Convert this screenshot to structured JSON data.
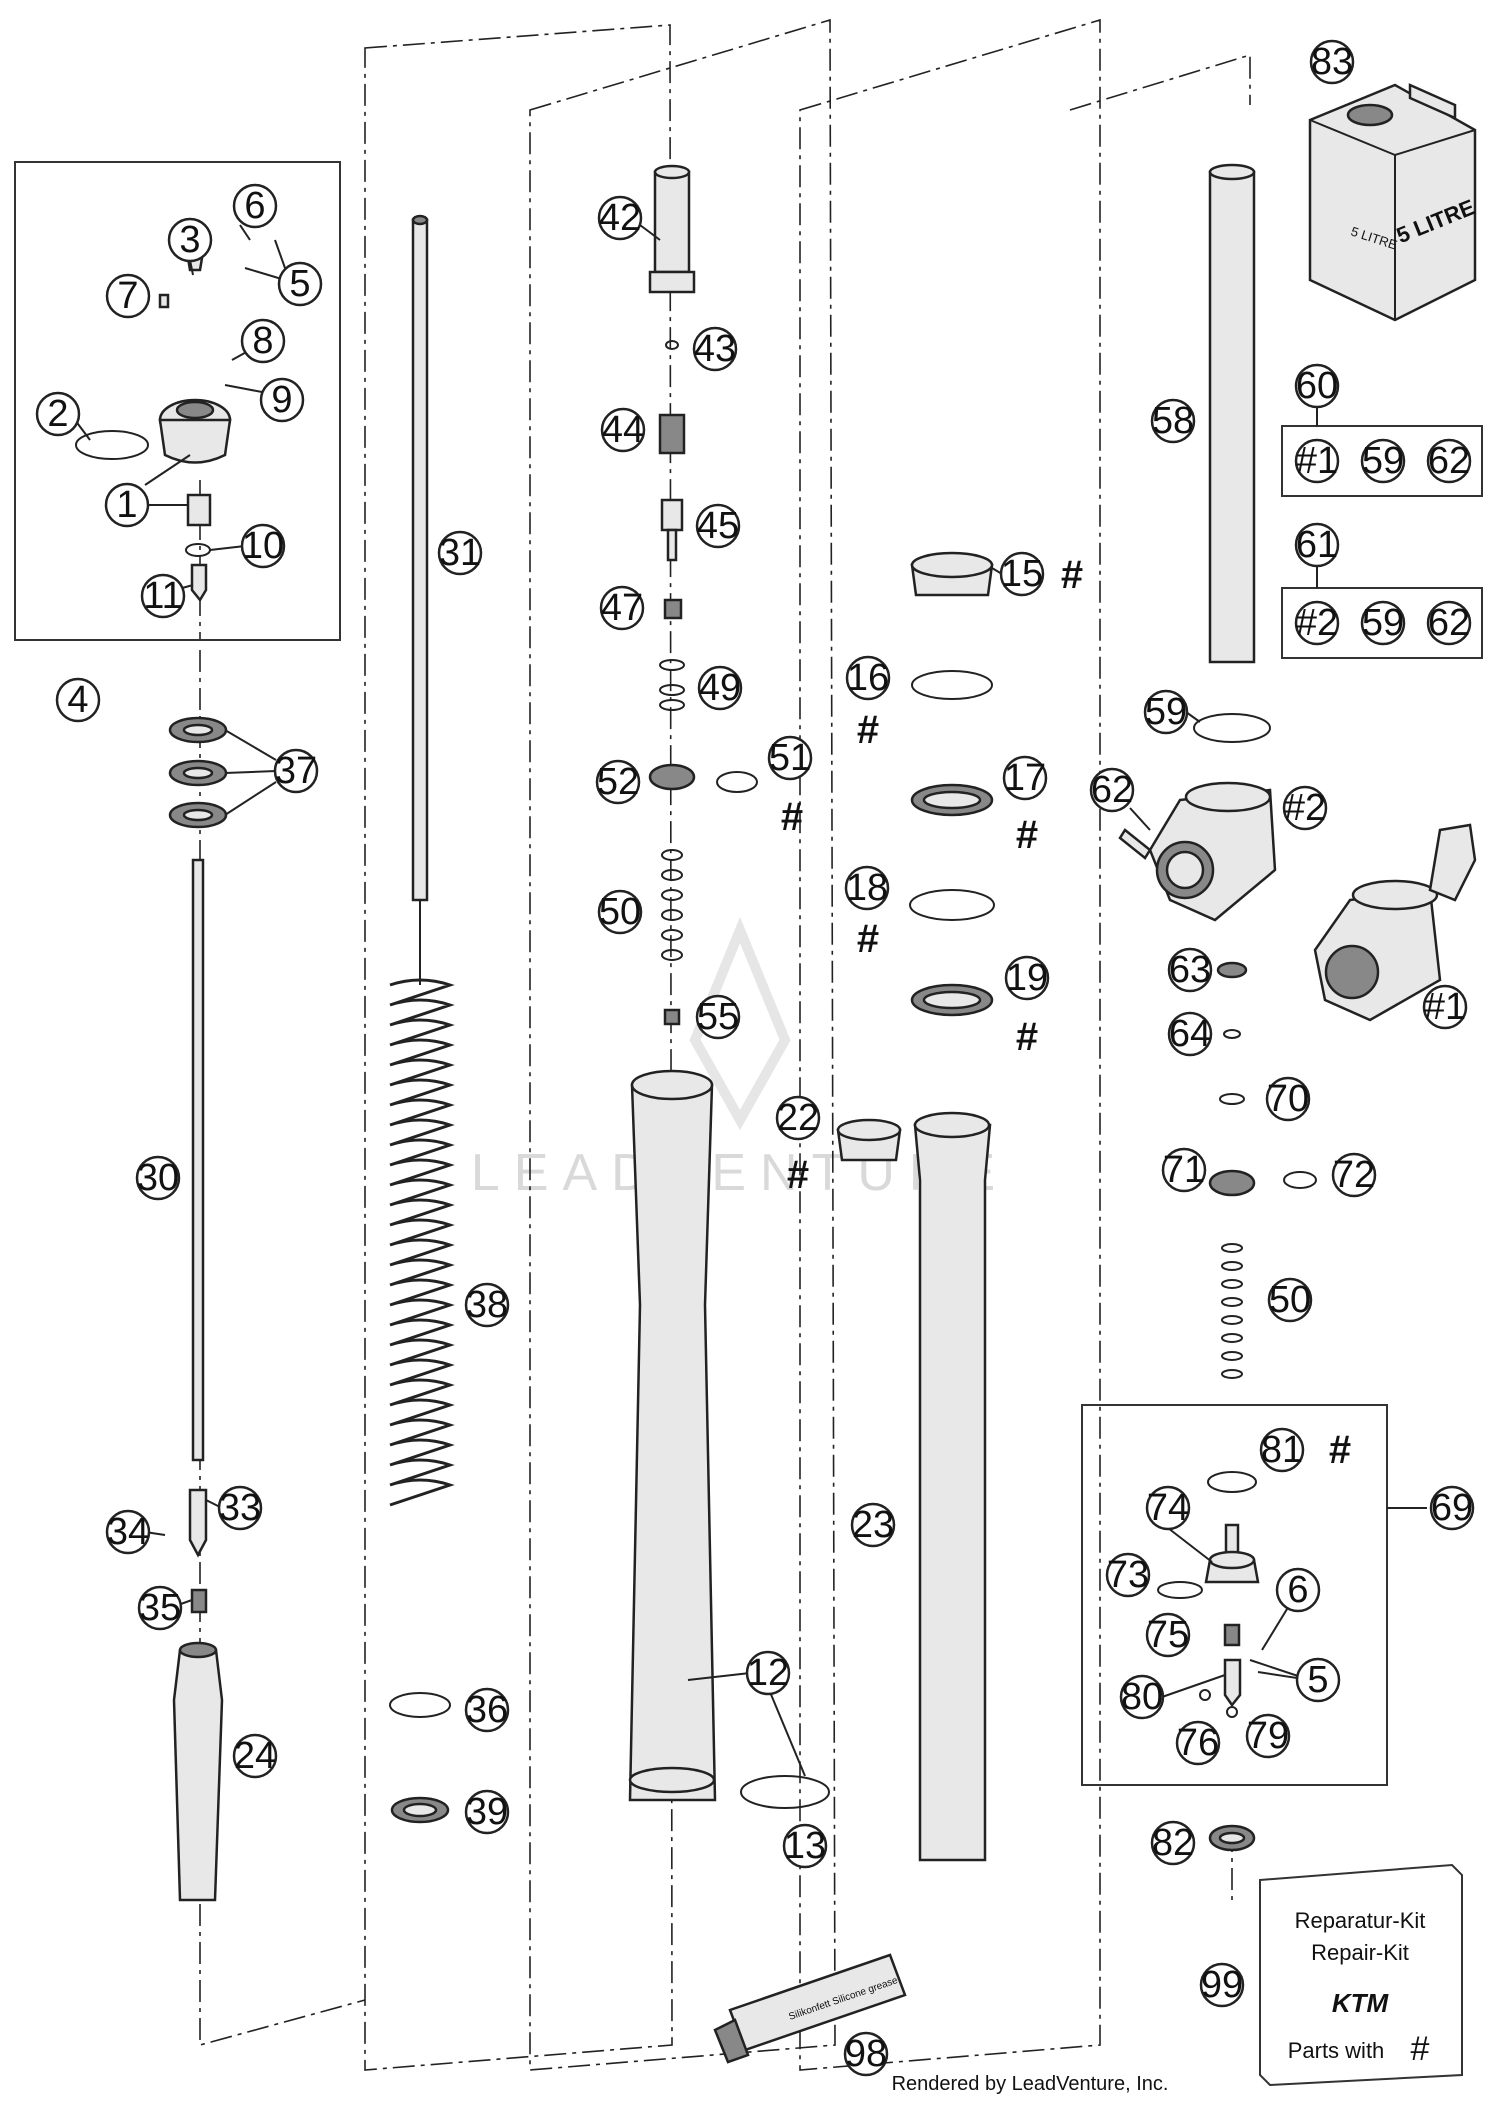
{
  "callouts": [
    "1",
    "2",
    "3",
    "4",
    "5",
    "6",
    "7",
    "8",
    "9",
    "10",
    "11",
    "12",
    "13",
    "15",
    "16",
    "17",
    "18",
    "19",
    "22",
    "23",
    "24",
    "30",
    "31",
    "33",
    "34",
    "35",
    "36",
    "37",
    "38",
    "39",
    "42",
    "43",
    "44",
    "45",
    "47",
    "49",
    "50",
    "51",
    "52",
    "55",
    "58",
    "59",
    "60",
    "61",
    "62",
    "63",
    "64",
    "69",
    "70",
    "71",
    "72",
    "73",
    "74",
    "75",
    "76",
    "79",
    "80",
    "81",
    "82",
    "83",
    "98",
    "99"
  ],
  "markers": {
    "hash": "#",
    "ref1": "#1",
    "ref2": "#2"
  },
  "kit_boxes": [
    {
      "id": "60",
      "items": [
        "#1",
        "59",
        "62"
      ]
    },
    {
      "id": "61",
      "items": [
        "#2",
        "59",
        "62"
      ]
    }
  ],
  "oil_can": {
    "label_front": "5 LITRE",
    "label_side": "5 LITRE"
  },
  "grease_tube": {
    "label": "Silikonfett Silicone grease"
  },
  "repair_kit": {
    "line1": "Reparatur-Kit",
    "line2": "Repair-Kit",
    "brand": "KTM",
    "line3": "Parts with",
    "hash": "#"
  },
  "watermark": "LEADVENTURE",
  "footer": "Rendered by LeadVenture, Inc."
}
